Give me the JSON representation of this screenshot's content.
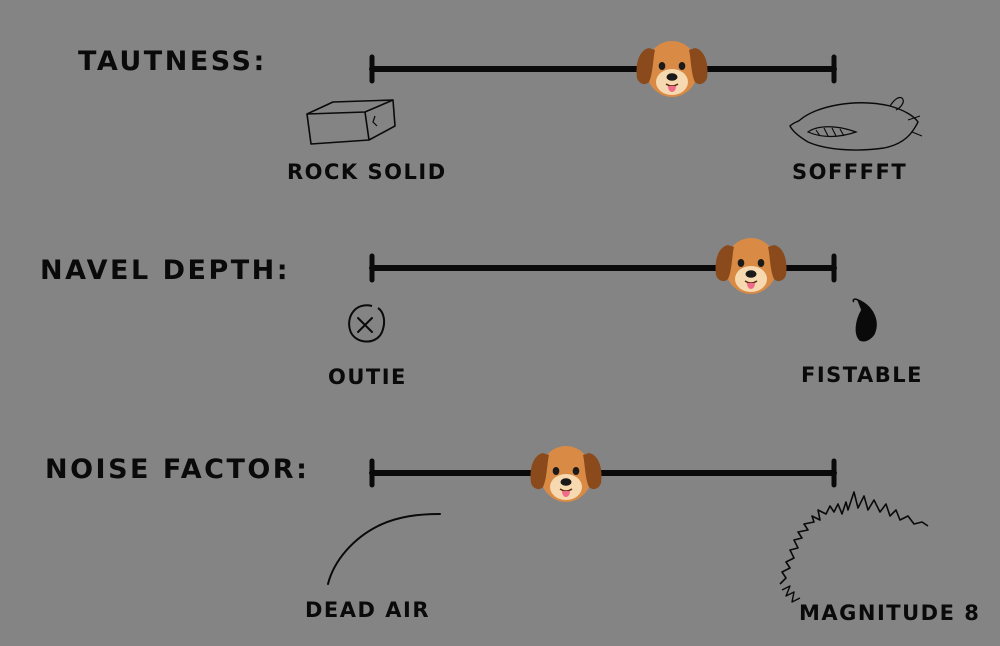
{
  "sliders": [
    {
      "title": "TAUTNESS:",
      "min_label": "ROCK SOLID",
      "max_label": "SOFFFFT",
      "min_icon": "brick-icon",
      "max_icon": "pillow-icon",
      "value": 0.65
    },
    {
      "title": "NAVEL DEPTH:",
      "min_label": "OUTIE",
      "max_label": "FISTABLE",
      "min_icon": "outie-navel-icon",
      "max_icon": "deep-navel-icon",
      "value": 0.82
    },
    {
      "title": "NOISE FACTOR:",
      "min_label": "DEAD AIR",
      "max_label": "MAGNITUDE 8",
      "min_icon": "flat-wave-icon",
      "max_icon": "seismic-wave-icon",
      "value": 0.42
    }
  ],
  "handle_icon": "dog-face-icon",
  "colors": {
    "background": "#848484",
    "ink": "#0a0a0a",
    "dog_fur": "#d98a45",
    "dog_ears": "#8a4a1c",
    "dog_muzzle": "#f6d9b0"
  }
}
